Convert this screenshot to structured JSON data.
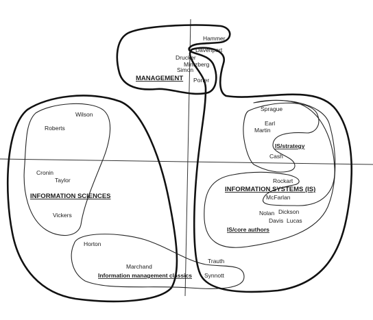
{
  "clusters": {
    "management": "MANAGEMENT",
    "information_sciences": "INFORMATION SCIENCES",
    "information_systems": "INFORMATION SYSTEMS (IS)",
    "is_strategy": "IS/strategy",
    "is_core_authors": "IS/core authors",
    "information_management_classics": "Information management classics"
  },
  "authors": {
    "hammer": "Hammer",
    "davenport": "Davenport",
    "drucker": "Drucker",
    "mintzberg": "Mintzberg",
    "simon": "Simon",
    "porter": "Porter",
    "wilson": "Wilson",
    "roberts": "Roberts",
    "cronin": "Cronin",
    "taylor": "Taylor",
    "vickers": "Vickers",
    "horton": "Horton",
    "marchand": "Marchand",
    "synnott": "Synnott",
    "trauth": "Trauth",
    "sprague": "Sprague",
    "earl": "Earl",
    "martin": "Martin",
    "cash": "Cash",
    "rockart": "Rockart",
    "mcfarlan": "McFarlan",
    "nolan": "Nolan",
    "dickson": "Dickson",
    "davis": "Davis",
    "lucas": "Lucas"
  }
}
